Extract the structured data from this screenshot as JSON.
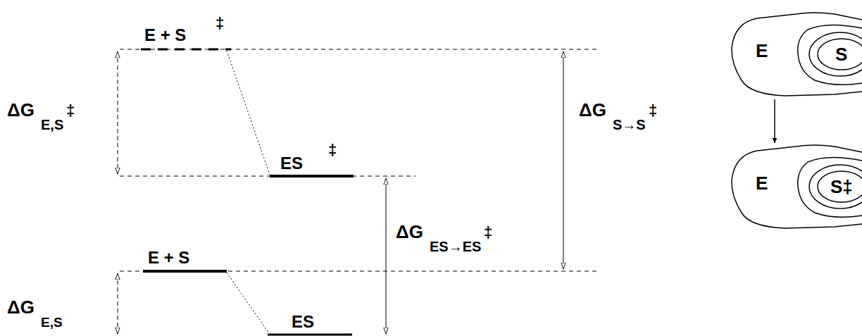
{
  "diagram": {
    "nodes": [
      {
        "text": [
          "E"
        ]
      },
      {
        "text": [
          "S"
        ],
        "in": 0
      },
      {
        "text": [
          "E"
        ]
      },
      {
        "text": [
          "S‡"
        ],
        "in": 2
      }
    ],
    "edges": [
      {
        "from": 0,
        "to": 2,
        "arrow": "to"
      }
    ],
    "labels": [
      "E + S",
      "‡",
      "ES",
      "‡",
      "E + S",
      "ES",
      "ΔG",
      "E,S",
      "‡",
      "ΔG",
      "ES→ES",
      "‡",
      "ΔG",
      "S→S",
      "‡",
      "ΔG",
      "E,S"
    ]
  }
}
